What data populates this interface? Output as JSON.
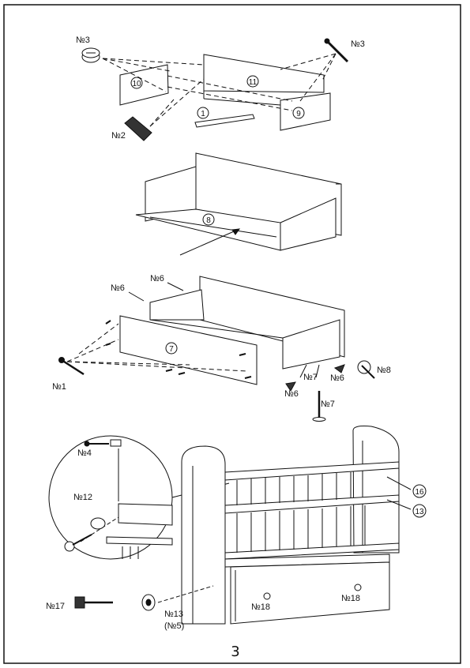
{
  "page": {
    "number": "3"
  },
  "labels": {
    "top_left_no3": "№3",
    "top_right_no3": "№3",
    "dowel_no2": "№2",
    "drawer_no6_a": "№6",
    "drawer_no6_b": "№6",
    "drawer_no6_c": "№6",
    "drawer_no6_d": "№6",
    "screw_no1": "№1",
    "foot_no7_a": "№7",
    "foot_no7_b": "№7",
    "wheel_no8": "№8",
    "detail_no4": "№4",
    "detail_no12": "№12",
    "bolt_no17": "№17",
    "nut_no13": "№13",
    "nut_no5": "(№5)",
    "knob_no18_a": "№18",
    "knob_no18_b": "№18"
  },
  "parts": {
    "p1": "1",
    "p7": "7",
    "p8": "8",
    "p9": "9",
    "p10": "10",
    "p11": "11",
    "p13": "13",
    "p16": "16"
  }
}
